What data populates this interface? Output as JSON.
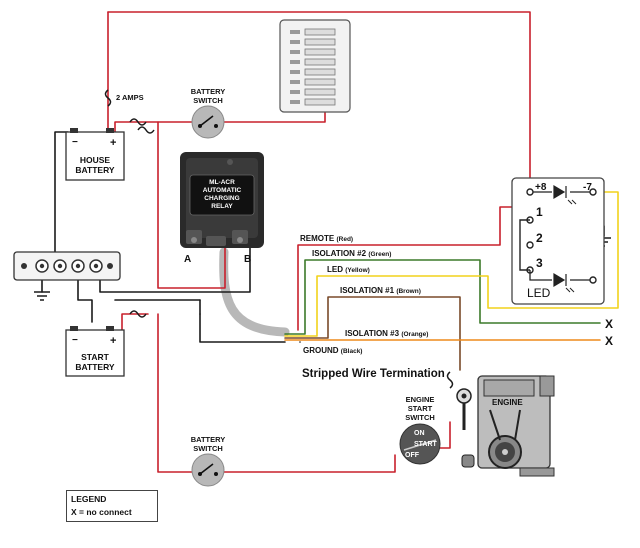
{
  "labels": {
    "fuse_rating": "2 AMPS",
    "battery_switch_top": [
      "BATTERY",
      "SWITCH"
    ],
    "battery_switch_bottom": [
      "BATTERY",
      "SWITCH"
    ],
    "house_battery": [
      "HOUSE",
      "BATTERY"
    ],
    "start_battery": [
      "START",
      "BATTERY"
    ],
    "relay": [
      "ML-ACR",
      "AUTOMATIC",
      "CHARGING",
      "RELAY"
    ],
    "relay_terminal_a": "A",
    "relay_terminal_b": "B",
    "plus_sign": "+",
    "minus_sign": "−",
    "wire_remote": "REMOTE",
    "wire_remote_color": "(Red)",
    "wire_isolation2": "ISOLATION #2",
    "wire_isolation2_color": "(Green)",
    "wire_led": "LED",
    "wire_led_color": "(Yellow)",
    "wire_isolation1": "ISOLATION #1",
    "wire_isolation1_color": "(Brown)",
    "wire_isolation3": "ISOLATION #3",
    "wire_isolation3_color": "(Orange)",
    "wire_ground": "GROUND",
    "wire_ground_color": "(Black)",
    "stripped_wire": "Stripped Wire Termination",
    "terminal_plus8": "+8",
    "terminal_minus7": "-7",
    "terminal_1": "1",
    "terminal_2": "2",
    "terminal_3": "3",
    "led_label": "LED",
    "x_mark": "X",
    "engine": "ENGINE",
    "engine_start_switch": [
      "ENGINE",
      "START",
      "SWITCH"
    ],
    "switch_on": "ON",
    "switch_start": "START",
    "switch_off": "OFF",
    "legend_title": "LEGEND",
    "legend_entry": "X = no connect"
  },
  "colors": {
    "red": "#c8202c",
    "green": "#3c7a2a",
    "yellow": "#f2d21b",
    "brown": "#7a4a2a",
    "orange": "#ee8a1a",
    "black": "#1a1a1a",
    "gray_cable": "#b8b8b8",
    "device_dark": "#2a2a2a"
  }
}
